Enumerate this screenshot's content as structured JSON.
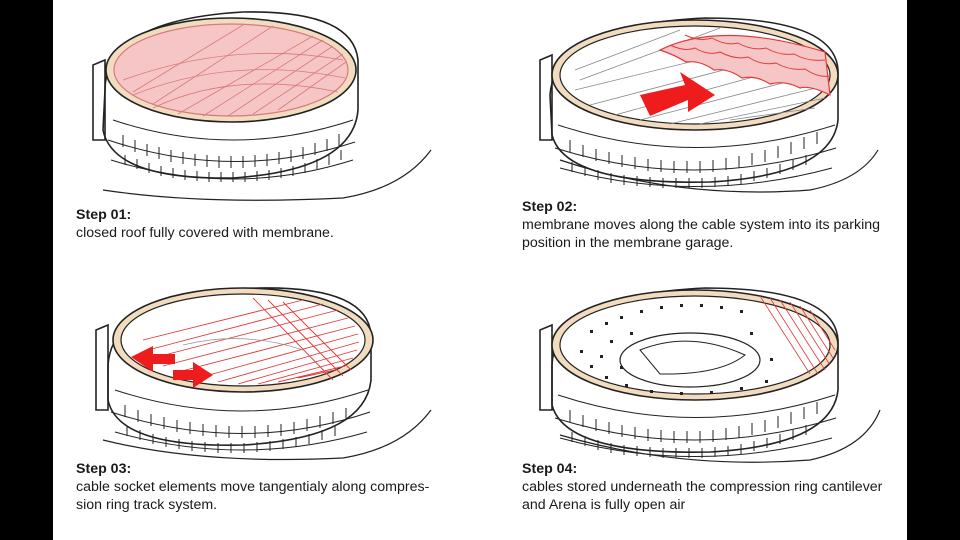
{
  "steps": [
    {
      "title": "Step 01:",
      "description": "closed roof fully covered with membrane."
    },
    {
      "title": "Step 02:",
      "description": "membrane moves along the cable system into  its parking\nposition in the membrane  garage."
    },
    {
      "title": "Step 03:",
      "description": "cable socket elements move tangentialy along compres-\nsion ring track system."
    },
    {
      "title": "Step 04:",
      "description": "cables stored underneath the compression ring cantilever\nand Arena is fully open air"
    }
  ],
  "colors": {
    "membrane_fill": "#f6c6c6",
    "membrane_line": "#d77a7a",
    "ring": "#f1dcc0",
    "arrow": "#ee1c1c",
    "cable_red": "#e23a3a",
    "ink": "#222222",
    "frame": "#000000",
    "page": "#ffffff"
  },
  "icons": [
    "arena-sketch",
    "red-arrow"
  ]
}
